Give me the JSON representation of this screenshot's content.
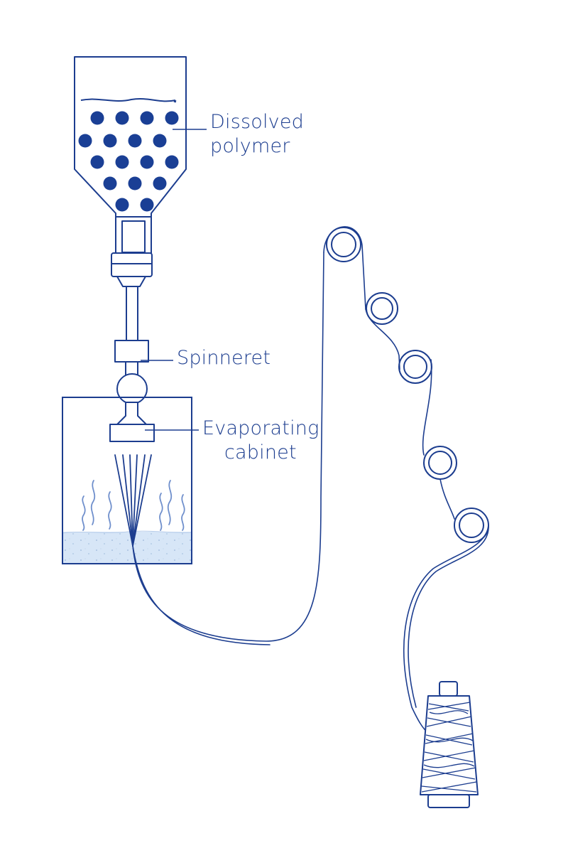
{
  "labels": {
    "dissolved_polymer": [
      "Dissolved",
      "polymer"
    ],
    "spinneret": "Spinneret",
    "evaporating_cabinet": [
      "Evaporating",
      "cabinet"
    ]
  },
  "colors": {
    "line": "#1c3d8f",
    "dot": "#1a3f95",
    "solvent_fill": "#d7e6f7",
    "solvent_dots": "#a9c2e0",
    "vapor": "#6f8fcc"
  },
  "icons": [
    "polymer-bottle-icon",
    "spinneret-nozzle-icon",
    "evaporating-cabinet-icon",
    "guide-roller-icon",
    "yarn-bobbin-icon"
  ]
}
